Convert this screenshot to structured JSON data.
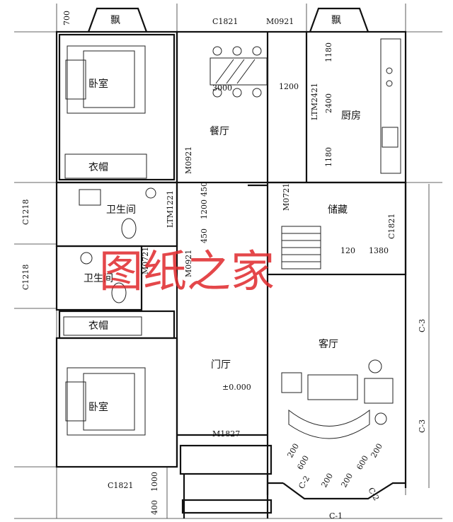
{
  "rooms": {
    "bedroom_top": "卧室",
    "closet_top": "衣帽",
    "dining": "餐厅",
    "kitchen": "厨房",
    "bath_1": "卫生间",
    "bath_2": "卫生间",
    "storage": "储藏",
    "closet_bottom": "衣帽",
    "foyer": "门厅",
    "living": "客厅",
    "bedroom_bottom": "卧室",
    "bay_left": "飘",
    "bay_right": "飘"
  },
  "labels": {
    "c1821_top": "C1821",
    "m0921_top": "M0921",
    "ltm2421": "LTM2421",
    "m0921_side": "M0921",
    "c1218_a": "C1218",
    "c1218_b": "C1218",
    "ltm1221": "LTM1221",
    "m0721_a": "M0721",
    "m0721_b": "M0721",
    "m0921_mid": "M0921",
    "c1821_right": "C1821",
    "c3_a": "C-3",
    "c3_b": "C-3",
    "m1827": "M1827",
    "c1821_bottom": "C1821",
    "c2_a": "C-2",
    "c2_b": "C-2",
    "c1": "C-1",
    "level": "±0.000"
  },
  "dims": {
    "d700": "700",
    "d3000": "3000",
    "d1200_table": "1200",
    "d1180_a": "1180",
    "d2400": "2400",
    "d1180_b": "1180",
    "d450": "450",
    "d1200_bath": "1200",
    "d450_b": "450",
    "d120": "120",
    "d1380": "1380",
    "d200_a": "200",
    "d600_a": "600",
    "d200_b": "200",
    "d200_c": "200",
    "d600_b": "600",
    "d200_d": "200",
    "d1000": "1000",
    "d400": "400"
  },
  "watermark": "图纸之家"
}
